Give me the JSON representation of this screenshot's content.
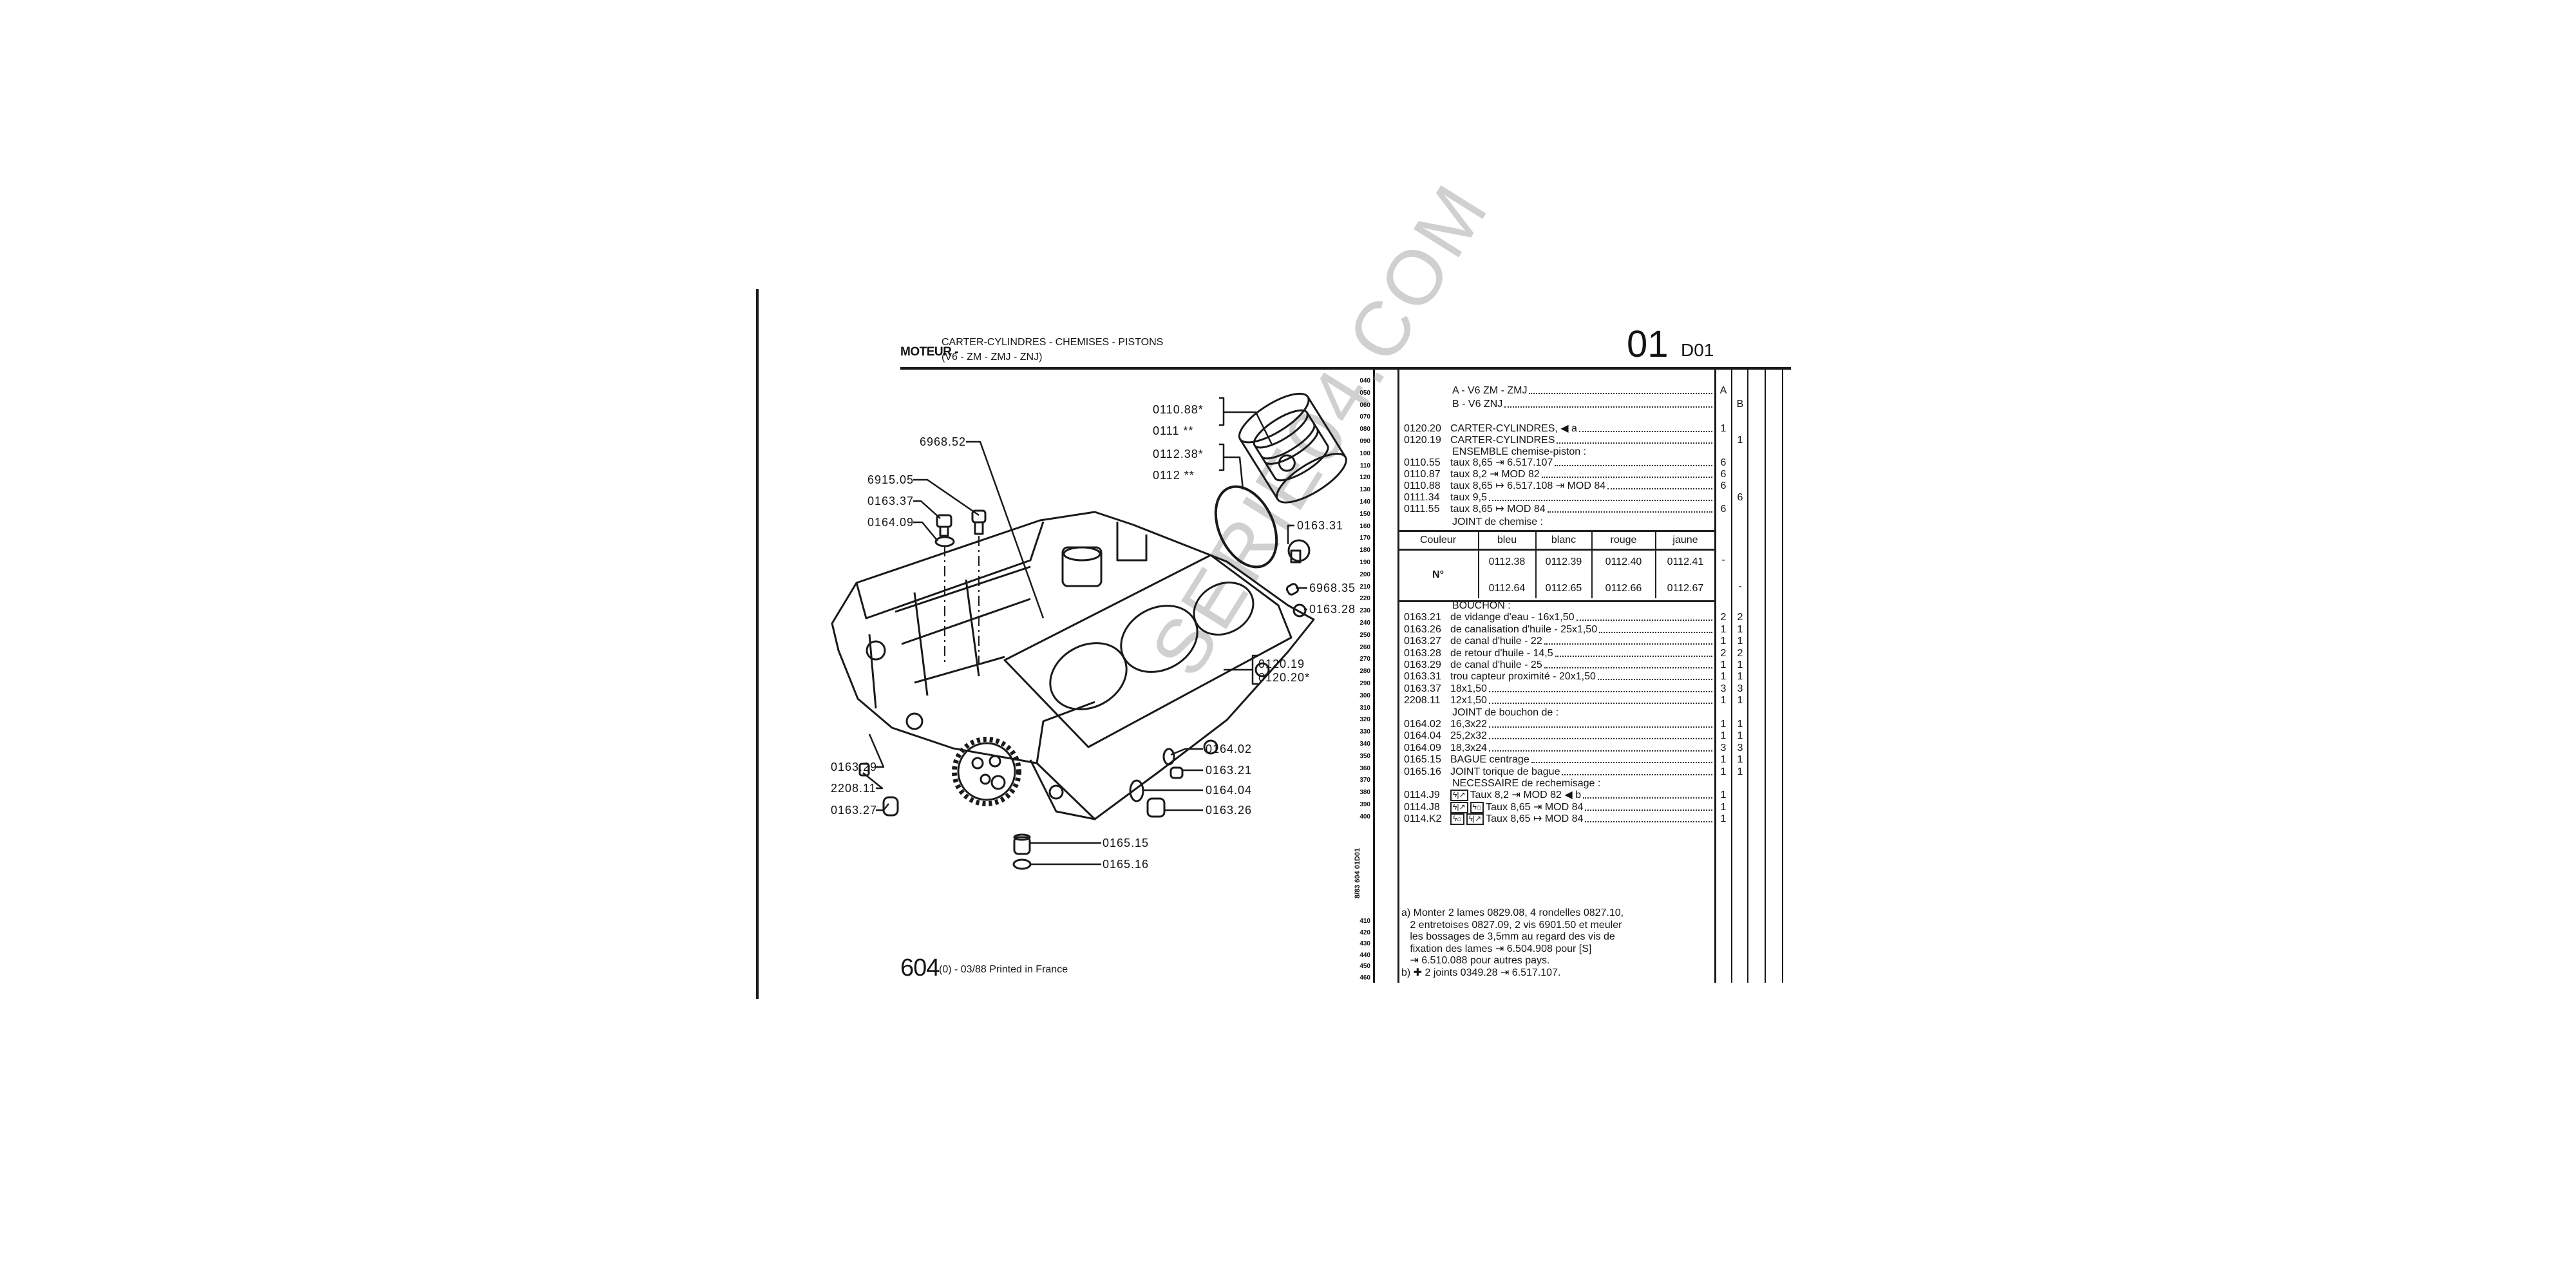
{
  "header": {
    "section": "MOTEUR -",
    "title_line1": "CARTER-CYLINDRES - CHEMISES - PISTONS",
    "title_line2": "(V6 - ZM - ZMJ - ZNJ)",
    "group_number": "01",
    "page_code": "D01"
  },
  "watermark": "SERIE04.COM",
  "scale": {
    "upper": [
      "040",
      "050",
      "060",
      "070",
      "080",
      "090",
      "100",
      "110",
      "120",
      "130",
      "140",
      "150",
      "160",
      "170",
      "180",
      "190",
      "200",
      "210",
      "220",
      "230",
      "240",
      "250",
      "260",
      "270",
      "280",
      "290",
      "300",
      "310",
      "320",
      "330",
      "340",
      "350",
      "360",
      "370",
      "380",
      "390",
      "400"
    ],
    "vertical_code": "8/83 604 01D01",
    "lower": [
      "410",
      "420",
      "430",
      "440",
      "450",
      "460"
    ]
  },
  "variants": [
    {
      "label": "A - V6 ZM - ZMJ",
      "col_a": "A",
      "col_b": ""
    },
    {
      "label": "B - V6 ZNJ",
      "col_a": "",
      "col_b": "B"
    }
  ],
  "parts": [
    {
      "ref": "0120.20",
      "desc": "CARTER-CYLINDRES, ◀ a",
      "a": "1",
      "b": ""
    },
    {
      "ref": "0120.19",
      "desc": "CARTER-CYLINDRES",
      "a": "",
      "b": "1"
    },
    {
      "heading": "ENSEMBLE chemise-piston :"
    },
    {
      "ref": "0110.55",
      "desc": "taux 8,65 ⇥ 6.517.107",
      "a": "6",
      "b": ""
    },
    {
      "ref": "0110.87",
      "desc": "taux 8,2 ⇥ MOD 82",
      "a": "6",
      "b": ""
    },
    {
      "ref": "0110.88",
      "desc": "taux 8,65 ↦ 6.517.108 ⇥ MOD 84",
      "a": "6",
      "b": ""
    },
    {
      "ref": "0111.34",
      "desc": "taux 9,5",
      "a": "",
      "b": "6"
    },
    {
      "ref": "0111.55",
      "desc": "taux 8,65 ↦ MOD 84",
      "a": "6",
      "b": ""
    },
    {
      "heading": "JOINT de chemise :"
    }
  ],
  "seal_table": {
    "header": [
      "Couleur",
      "bleu",
      "blanc",
      "rouge",
      "jaune"
    ],
    "row_label": "N°",
    "row1": [
      "0112.38",
      "0112.39",
      "0112.40",
      "0112.41"
    ],
    "row2": [
      "0112.64",
      "0112.65",
      "0112.66",
      "0112.67"
    ],
    "row1_a": "-",
    "row2_b": "-"
  },
  "parts2": [
    {
      "heading": "BOUCHON :"
    },
    {
      "ref": "0163.21",
      "desc": "de vidange d'eau - 16x1,50",
      "a": "2",
      "b": "2"
    },
    {
      "ref": "0163.26",
      "desc": "de canalisation d'huile - 25x1,50",
      "a": "1",
      "b": "1"
    },
    {
      "ref": "0163.27",
      "desc": "de canal d'huile - 22",
      "a": "1",
      "b": "1"
    },
    {
      "ref": "0163.28",
      "desc": "de retour d'huile - 14,5",
      "a": "2",
      "b": "2"
    },
    {
      "ref": "0163.29",
      "desc": "de canal  d'huile - 25",
      "a": "1",
      "b": "1"
    },
    {
      "ref": "0163.31",
      "desc": "trou capteur proximité - 20x1,50",
      "a": "1",
      "b": "1"
    },
    {
      "ref": "0163.37",
      "desc": "18x1,50",
      "a": "3",
      "b": "3"
    },
    {
      "ref": "2208.11",
      "desc": "12x1,50",
      "a": "1",
      "b": "1"
    },
    {
      "heading": "JOINT de bouchon de :"
    },
    {
      "ref": "0164.02",
      "desc": "16,3x22",
      "a": "1",
      "b": "1"
    },
    {
      "ref": "0164.04",
      "desc": "25,2x32",
      "a": "1",
      "b": "1"
    },
    {
      "ref": "0164.09",
      "desc": "18,3x24",
      "a": "3",
      "b": "3"
    },
    {
      "ref": "0165.15",
      "desc": "BAGUE centrage",
      "a": "1",
      "b": "1"
    },
    {
      "ref": "0165.16",
      "desc": "JOINT torique de bague",
      "a": "1",
      "b": "1"
    },
    {
      "heading": "NECESSAIRE de rechemisage :"
    },
    {
      "ref": "0114.J9",
      "picts": [
        "ϟ|↗"
      ],
      "desc": "Taux 8,2 ⇥ MOD 82 ◀ b",
      "a": "1",
      "b": ""
    },
    {
      "ref": "0114.J8",
      "picts": [
        "ϟ|↗",
        "ϟ⌂"
      ],
      "desc": "Taux 8,65 ⇥ MOD 84",
      "a": "1",
      "b": ""
    },
    {
      "ref": "0114.K2",
      "picts": [
        "ϟ⌂",
        "ϟ|↗"
      ],
      "desc": "Taux 8,65 ↦ MOD 84",
      "a": "1",
      "b": ""
    }
  ],
  "footnotes": [
    "a) Monter 2 lames 0829.08, 4 rondelles 0827.10,",
    "   2 entretoises 0827.09, 2 vis 6901.50 et meuler",
    "   les bossages de 3,5mm au regard des vis de",
    "   fixation des lames ⇥ 6.504.908 pour [S]",
    "   ⇥ 6.510.088 pour autres pays.",
    "b) ✚ 2 joints 0349.28 ⇥ 6.517.107."
  ],
  "callouts": {
    "c_0110_88": "0110.88*",
    "c_0111": "0111 **",
    "c_0112_38": "0112.38*",
    "c_0112": "0112 **",
    "c_6968_52": "6968.52",
    "c_6915_05": "6915.05",
    "c_0163_37": "0163.37",
    "c_0164_09": "0164.09",
    "c_0163_31": "0163.31",
    "c_6968_35": "6968.35",
    "c_0163_28": "0163.28",
    "c_0120_19": "0120.19",
    "c_0120_20": "0120.20*",
    "c_0163_29": "0163.29",
    "c_2208_11": "2208.11",
    "c_0163_27": "0163.27",
    "c_0164_02": "0164.02",
    "c_0163_21": "0163.21",
    "c_0164_04": "0164.04",
    "c_0163_26": "0163.26",
    "c_0165_15": "0165.15",
    "c_0165_16": "0165.16"
  },
  "footer": {
    "model": "604",
    "info": "(0) - 03/88 Printed in France"
  }
}
